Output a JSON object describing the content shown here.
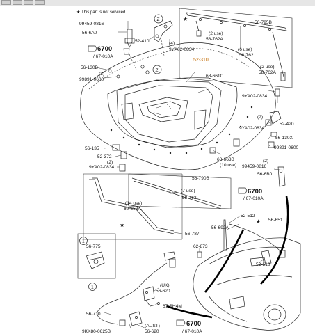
{
  "footnote": "★  This part is not serviced.",
  "labels": {
    "p99459_0816_top": "99459-0816",
    "p56_6a0": "56-6A0",
    "p6700_top": "6700",
    "p67_010a_top": "/ 67-010A",
    "p52_410": "52-410",
    "q4": "(4)",
    "p9ya02_top": "9YA02-0834",
    "p56_795b": "56-795B",
    "q2_a": "(2 use)",
    "p58_762a_a": "58-762A",
    "q6": "(6 use)",
    "p58_762_a": "58-762",
    "p52_310": "52-310",
    "p56_130b": "56-130B",
    "q2_b": "(2)",
    "p99891_0600_left": "99891-0600",
    "p68_661c": "68-661C",
    "q2_c": "(2 use)",
    "p58_762a_b": "58-762A",
    "p9ya02_right1": "9YA02-0834",
    "q2_d": "(2)",
    "p52_420": "52-420",
    "p9ya02_right2": "9YA02-0834",
    "p56_130x": "56-130X",
    "p99891_0600_right": "99891-0600",
    "p56_135": "56-135",
    "p52_372": "52-372",
    "q2_e": "(2)",
    "p9ya02_left": "9YA02-0834",
    "p68_663b": "68-663B",
    "q10": "(10 use)",
    "q2_f": "(2)",
    "p99459_0816_right": "99459-0816",
    "p56_6b0": "56-6B0",
    "p56_790b": "56-790B",
    "q7": "(7 use)",
    "p58_762_b": "58-762",
    "p6700_right": "6700",
    "p67_010a_right": "/ 67-010A",
    "q14": "(14 use)",
    "p60_553a": "60-553A",
    "p52_512": "52-512",
    "p56_651": "56-651",
    "p56_692a": "56-692A",
    "p56_787": "56-787",
    "p56_775": "56-775",
    "p62_873": "62-873",
    "p52_518": "52-518",
    "uk": "(UK)",
    "p56_620_uk": "56-620",
    "p67_sh4m": "67-SH4M",
    "p56_710": "56-710",
    "aust": "(AUST)",
    "p56_620_aust": "56-620",
    "p9kk80": "9KK80-0625B",
    "p6700_bottom": "6700",
    "p67_010a_bottom": "/ 67-010A",
    "callout_z1": "Z",
    "callout_z2": "Z",
    "callout_1a": "1",
    "callout_1b": "1",
    "star": "★"
  }
}
